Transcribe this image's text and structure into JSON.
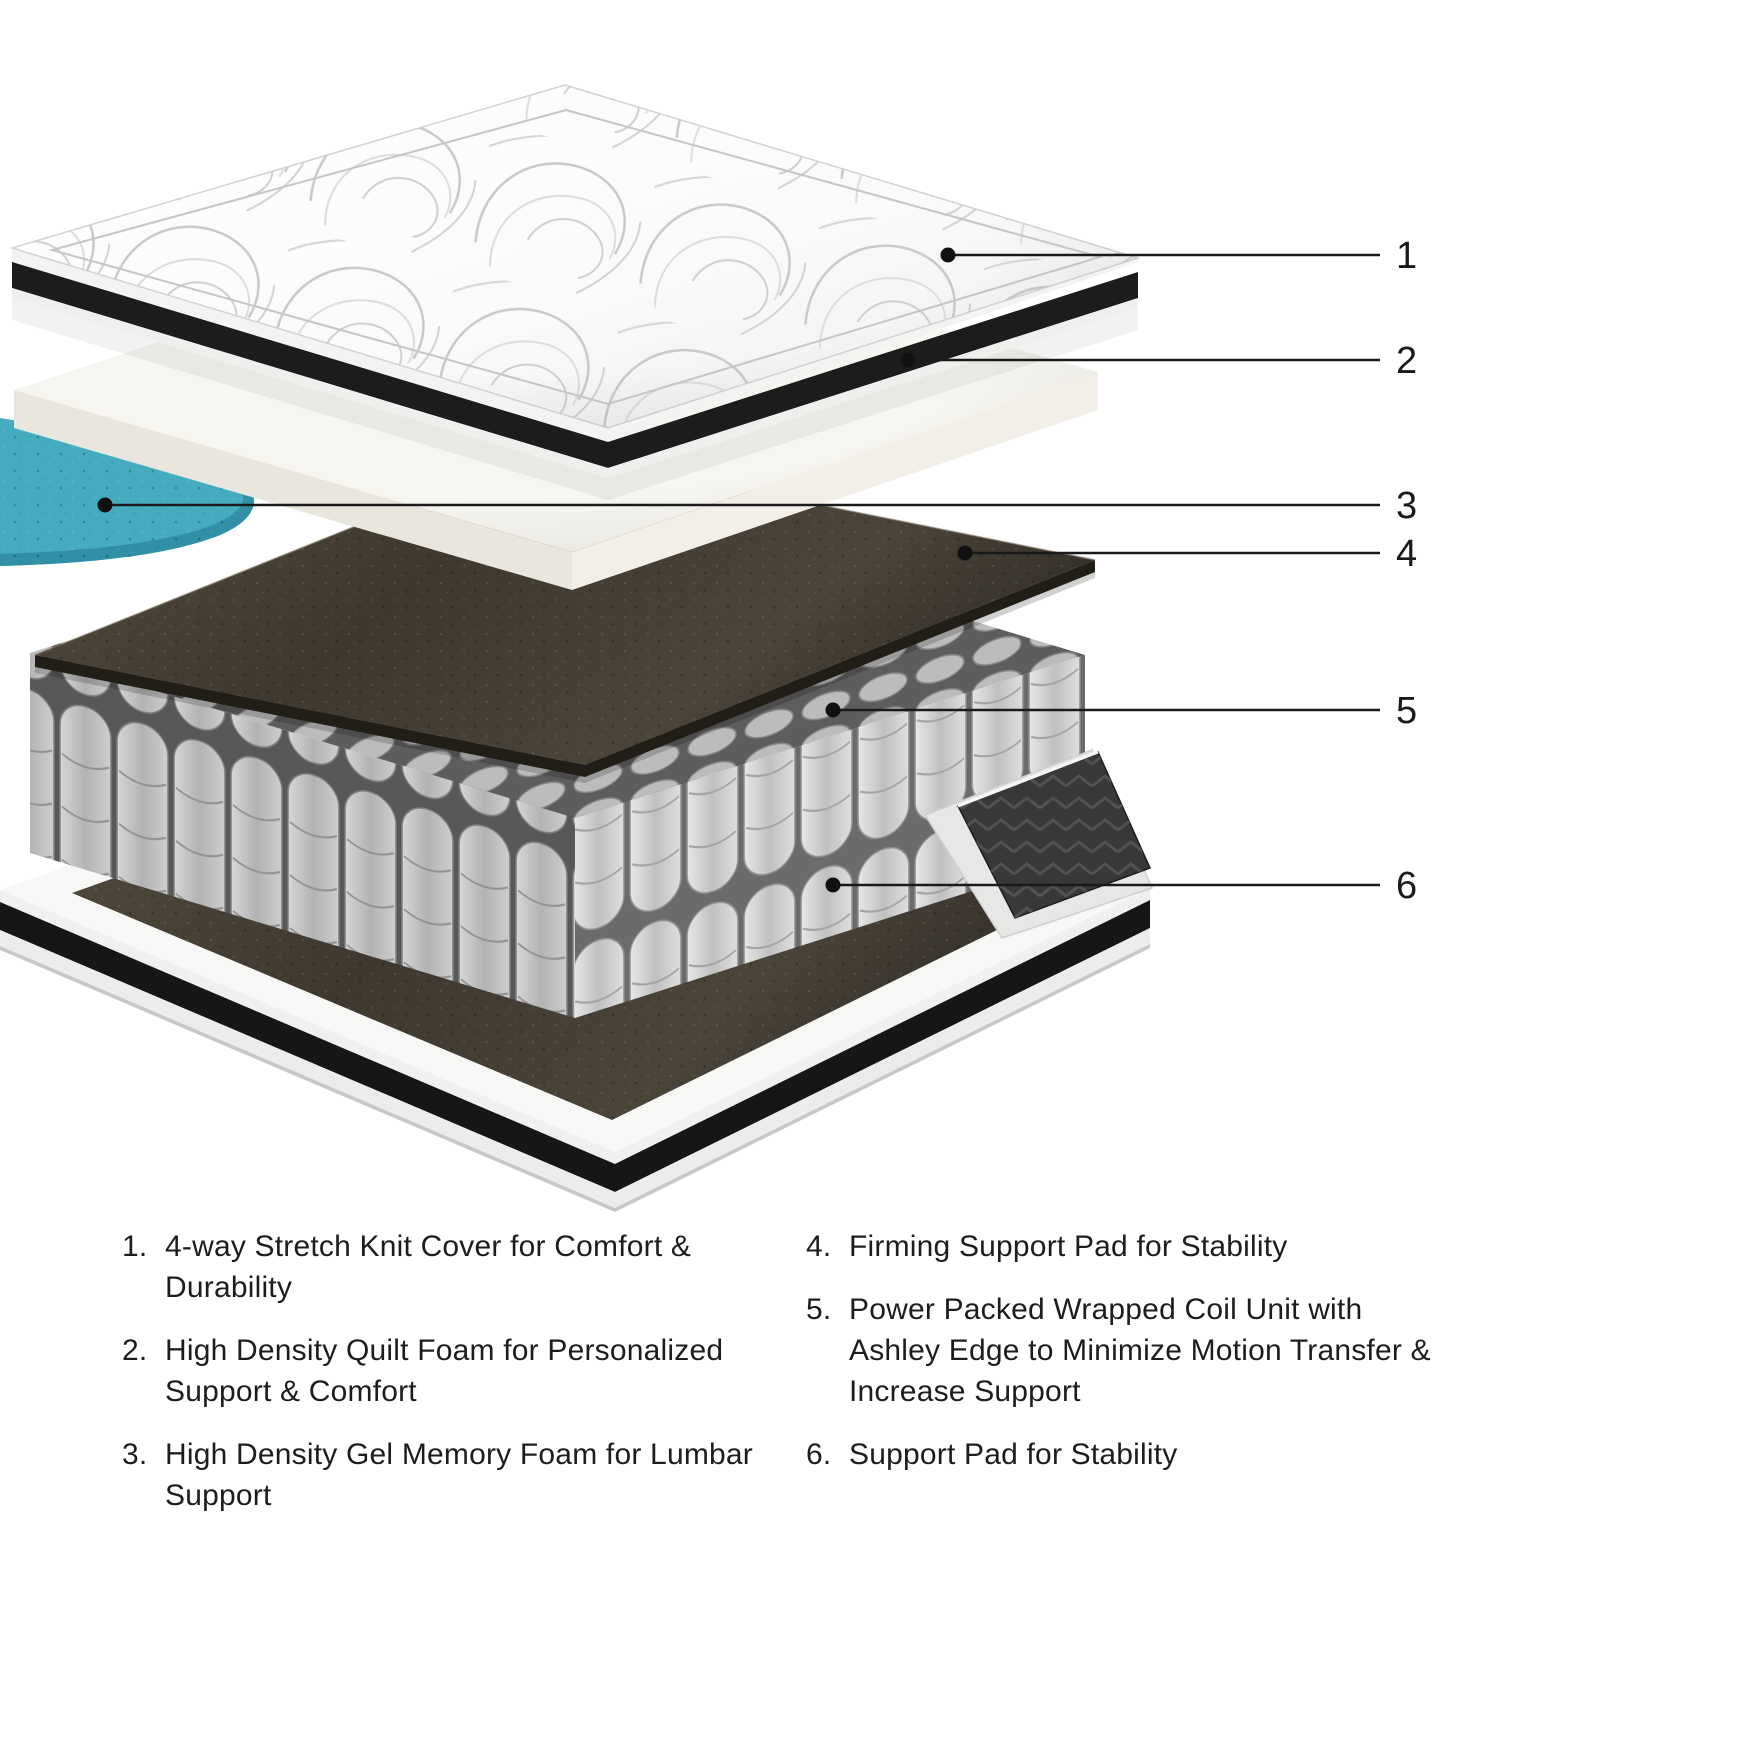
{
  "callouts": [
    {
      "number": "1"
    },
    {
      "number": "2"
    },
    {
      "number": "3"
    },
    {
      "number": "4"
    },
    {
      "number": "5"
    },
    {
      "number": "6"
    }
  ],
  "legend": {
    "left": [
      {
        "number": "1.",
        "text": "4-way Stretch Knit Cover for Comfort & Durability"
      },
      {
        "number": "2.",
        "text": "High Density Quilt Foam for Personalized Support & Comfort"
      },
      {
        "number": "3.",
        "text": "High Density Gel Memory Foam for Lumbar Support"
      }
    ],
    "right": [
      {
        "number": "4.",
        "text": "Firming Support Pad for Stability"
      },
      {
        "number": "5.",
        "text": "Power Packed Wrapped Coil Unit with Ashley Edge to Minimize Motion Transfer & Increase Support"
      },
      {
        "number": "6.",
        "text": "Support Pad for Stability"
      }
    ]
  },
  "layers": {
    "layer1": "4-way stretch knit cover",
    "layer2": "High density quilt foam",
    "layer3": "High density gel memory foam",
    "layer4": "Firming support pad",
    "layer5": "Power packed wrapped coil unit",
    "layer6": "Support pad and base"
  },
  "colors": {
    "gel_foam": "#45acc0",
    "support_pad": "#433d33",
    "coil_fabric": "#d6d6d6",
    "cover_edge_band": "#1c1c1c",
    "callout_line": "#1a1a1a",
    "background": "#ffffff"
  }
}
